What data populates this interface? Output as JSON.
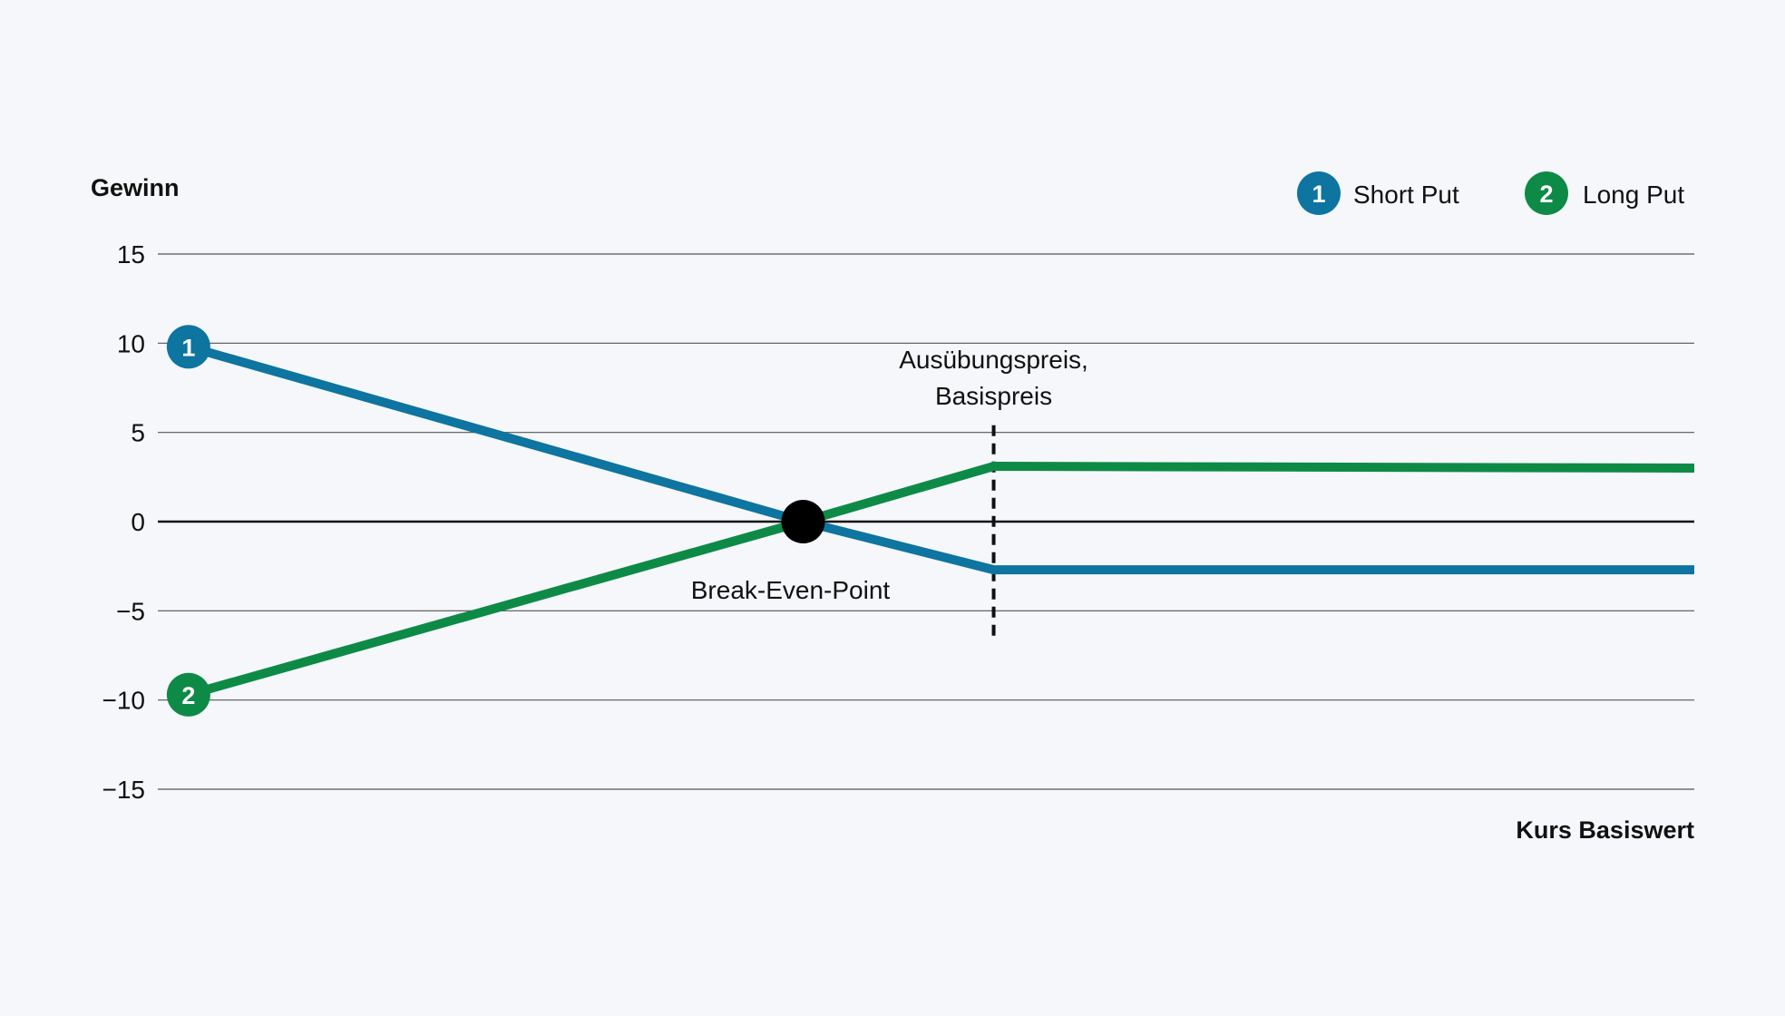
{
  "chart_data": {
    "type": "line",
    "ylabel": "Gewinn",
    "xlabel": "Kurs Basiswert",
    "ylim": [
      -15,
      15
    ],
    "yticks": [
      15,
      10,
      5,
      0,
      -5,
      -10,
      -15
    ],
    "ytick_labels": [
      "15",
      "10",
      "5",
      "0",
      "−5",
      "−10",
      "−15"
    ],
    "xlim": [
      0,
      100
    ],
    "grid": true,
    "legend": {
      "placement": "top-right",
      "items": [
        {
          "number": "1",
          "label": "Short Put",
          "color": "#0e74a0"
        },
        {
          "number": "2",
          "label": "Long Put",
          "color": "#0e8a47"
        }
      ]
    },
    "series": [
      {
        "number": "1",
        "name": "Short Put",
        "color": "#0e74a0",
        "points": [
          [
            2,
            9.8
          ],
          [
            42,
            0
          ],
          [
            54.4,
            -2.7
          ],
          [
            100,
            -2.7
          ]
        ]
      },
      {
        "number": "2",
        "name": "Long Put",
        "color": "#0e8a47",
        "points": [
          [
            2,
            -9.7
          ],
          [
            42,
            0
          ],
          [
            54.4,
            3.1
          ],
          [
            100,
            3.0
          ]
        ]
      }
    ],
    "annotations": {
      "break_even": {
        "label": "Break-Even-Point",
        "x": 42,
        "y": 0
      },
      "strike": {
        "label_line1": "Ausübungspreis,",
        "label_line2": "Basispreis",
        "x": 54.4,
        "y_from": 5.4,
        "y_to": -6.5
      }
    }
  }
}
